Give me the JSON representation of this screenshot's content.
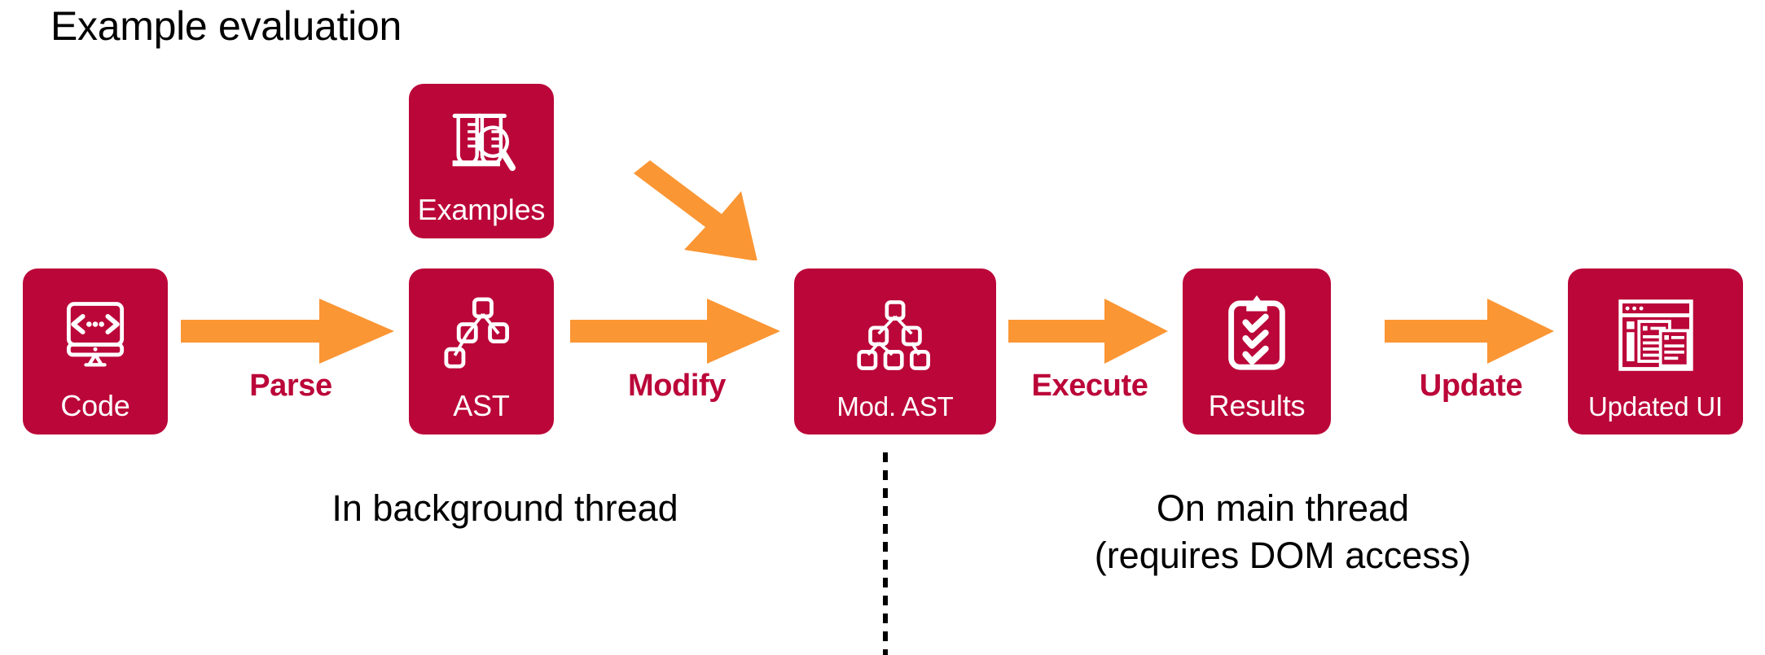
{
  "title": "Example evaluation",
  "colors": {
    "crimson": "#BB0639",
    "orange": "#FB9634",
    "card_text": "#FFFFFF",
    "body_text": "#000000",
    "background": "#FFFFFF"
  },
  "cards": [
    {
      "id": "code",
      "label": "Code",
      "icon": "monitor-code-icon"
    },
    {
      "id": "examples",
      "label": "Examples",
      "icon": "test-tubes-magnifier-icon"
    },
    {
      "id": "ast",
      "label": "AST",
      "icon": "tree-small-icon"
    },
    {
      "id": "mod-ast",
      "label": "Mod. AST",
      "icon": "tree-large-icon"
    },
    {
      "id": "results",
      "label": "Results",
      "icon": "clipboard-checks-icon"
    },
    {
      "id": "updated-ui",
      "label": "Updated UI",
      "icon": "browser-window-icon"
    }
  ],
  "arrows": [
    {
      "id": "parse",
      "label": "Parse",
      "from": "code",
      "to": "ast",
      "direction": "right"
    },
    {
      "id": "modify",
      "label": "Modify",
      "from": "ast",
      "to": "mod-ast",
      "direction": "right"
    },
    {
      "id": "execute",
      "label": "Execute",
      "from": "mod-ast",
      "to": "results",
      "direction": "right"
    },
    {
      "id": "update",
      "label": "Update",
      "from": "results",
      "to": "updated-ui",
      "direction": "right"
    },
    {
      "id": "diagonal",
      "label": "",
      "from": "examples",
      "to": "mod-ast",
      "direction": "down-right"
    }
  ],
  "captions": {
    "background_thread": "In background thread",
    "main_thread": "On main thread\n(requires DOM access)"
  },
  "divider": {
    "style": "dotted-vertical",
    "separates": [
      "background thread",
      "main thread"
    ]
  }
}
